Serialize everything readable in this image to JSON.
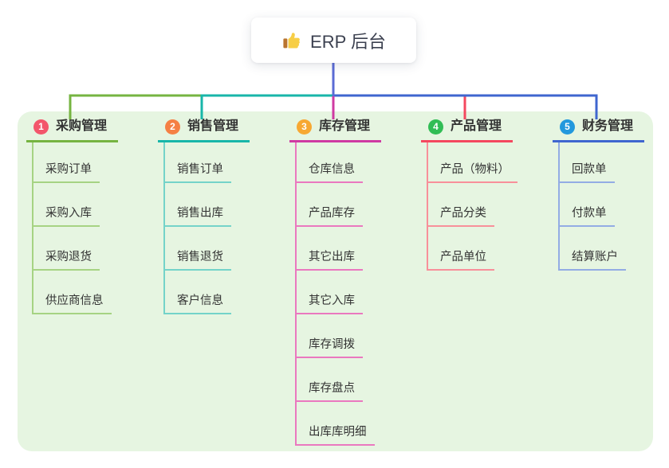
{
  "root": {
    "title": "ERP 后台",
    "icon": "thumbs-up-icon",
    "connector_color": "#5b6bd5"
  },
  "canvas": {
    "page_bg": "#ffffff",
    "panel_bg": "#e6f5e1"
  },
  "branches": [
    {
      "badge": "1",
      "badge_color": "#f3566b",
      "title": "采购管理",
      "line_color": "#76b441",
      "child_line_color": "#a6d383",
      "children": [
        "采购订单",
        "采购入库",
        "采购退货",
        "供应商信息"
      ]
    },
    {
      "badge": "2",
      "badge_color": "#f58044",
      "title": "销售管理",
      "line_color": "#18b6a9",
      "child_line_color": "#74d3c9",
      "children": [
        "销售订单",
        "销售出库",
        "销售退货",
        "客户信息"
      ]
    },
    {
      "badge": "3",
      "badge_color": "#f7a832",
      "title": "库存管理",
      "line_color": "#cf3aa2",
      "child_line_color": "#ea78bf",
      "children": [
        "仓库信息",
        "产品库存",
        "其它出库",
        "其它入库",
        "库存调拨",
        "库存盘点",
        "出库库明细"
      ]
    },
    {
      "badge": "4",
      "badge_color": "#31bd55",
      "title": "产品管理",
      "line_color": "#f4485f",
      "child_line_color": "#f8909a",
      "children": [
        "产品（物料）",
        "产品分类",
        "产品单位"
      ]
    },
    {
      "badge": "5",
      "badge_color": "#2298dd",
      "title": "财务管理",
      "line_color": "#3f66cf",
      "child_line_color": "#93ace4",
      "children": [
        "回款单",
        "付款单",
        "结算账户"
      ]
    }
  ]
}
